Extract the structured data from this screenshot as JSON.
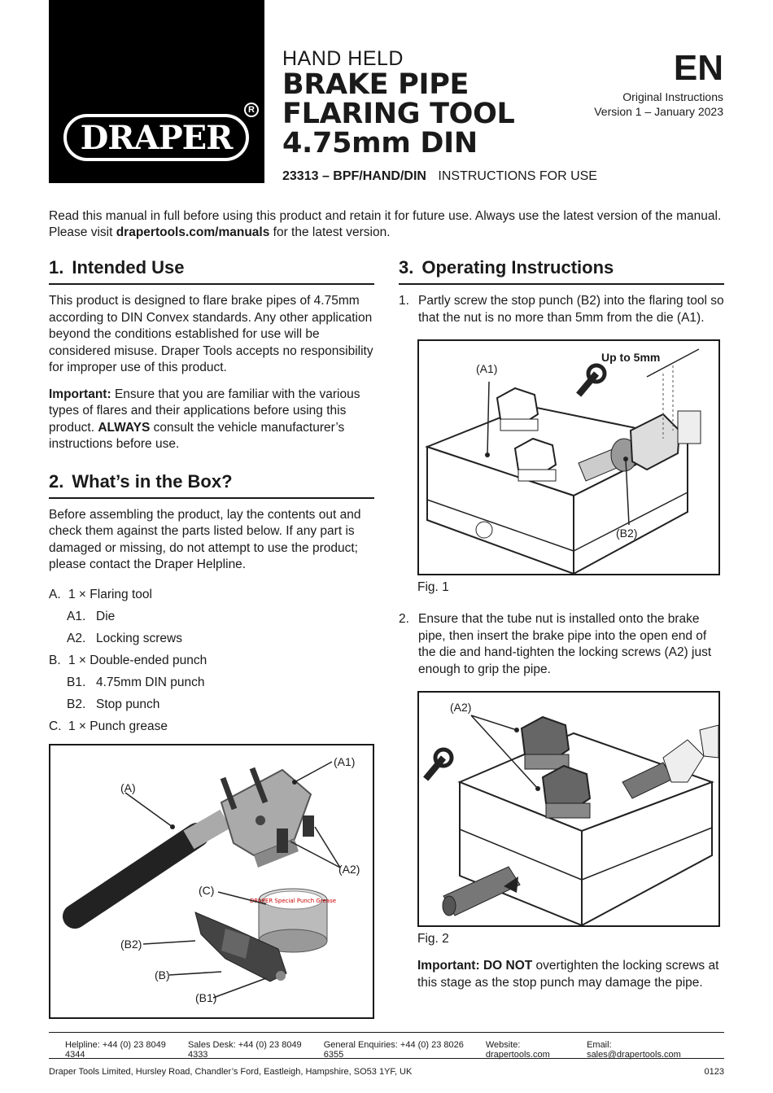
{
  "brand": {
    "logo_text": "DRAPER",
    "reg_mark": "R"
  },
  "header": {
    "title_line1": "HAND HELD",
    "title_line2": "BRAKE PIPE",
    "title_line3": "FLARING TOOL",
    "title_line4": "4.75mm DIN",
    "model": "23313 – BPF/HAND/DIN",
    "doc_type": "INSTRUCTIONS FOR USE",
    "lang": "EN",
    "original": "Original Instructions",
    "version": "Version 1 – January 2023"
  },
  "intro": {
    "line1": "Read this manual in full before using this product and retain it for future use. Always use the latest version of the manual.",
    "line2_pre": "Please visit ",
    "line2_link": "drapertools.com/manuals",
    "line2_post": " for the latest version."
  },
  "section1": {
    "num": "1.",
    "title": "Intended Use",
    "para1": "This product is designed to flare brake pipes of 4.75mm according to DIN Convex standards. Any other application beyond the conditions established for use will be considered misuse. Draper Tools accepts no responsibility for improper use of this product.",
    "important_label": "Important:",
    "para2_a": " Ensure that you are familiar with the various types of flares and their applications before using this product. ",
    "para2_strong": "ALWAYS",
    "para2_b": " consult the vehicle manufacturer’s instructions before use."
  },
  "section2": {
    "num": "2.",
    "title": "What’s in the Box?",
    "para": "Before assembling the product, lay the contents out and check them against the parts listed below. If any part is damaged or missing, do not attempt to use the product; please contact the Draper Helpline.",
    "items": [
      {
        "letter": "A.",
        "text": "1 × Flaring tool",
        "sub": [
          {
            "letter": "A1.",
            "text": "Die"
          },
          {
            "letter": "A2.",
            "text": "Locking screws"
          }
        ]
      },
      {
        "letter": "B.",
        "text": "1 × Double-ended punch",
        "sub": [
          {
            "letter": "B1.",
            "text": "4.75mm DIN punch"
          },
          {
            "letter": "B2.",
            "text": "Stop punch"
          }
        ]
      },
      {
        "letter": "C.",
        "text": "1 × Punch grease",
        "sub": []
      }
    ],
    "photo_labels": {
      "A": "(A)",
      "A1": "(A1)",
      "A2": "(A2)",
      "C": "(C)",
      "B2": "(B2)",
      "B": "(B)",
      "B1": "(B1)"
    },
    "grease_text": "DRAPER Special Punch Grease"
  },
  "section3": {
    "num": "3.",
    "title": "Operating Instructions",
    "step1_num": "1.",
    "step1": "Partly screw the stop punch (B2) into the flaring tool so that the nut is no more than 5mm from the die (A1).",
    "fig1": {
      "label": "Fig. 1",
      "a1": "(A1)",
      "b2": "(B2)",
      "dim": "Up to 5mm"
    },
    "step2_num": "2.",
    "step2": "Ensure that the tube nut is installed onto the brake pipe, then insert the brake pipe into the open end of the die and hand-tighten the locking screws (A2) just enough to grip the pipe.",
    "fig2": {
      "label": "Fig. 2",
      "a2": "(A2)"
    },
    "important_label": "Important:",
    "important_strong": " DO NOT",
    "important_text": " overtighten the locking screws at this stage as the stop punch may damage the pipe."
  },
  "footer": {
    "helpline": "Helpline: +44 (0) 23 8049 4344",
    "sales": "Sales Desk: +44 (0) 23 8049 4333",
    "enquiries": "General Enquiries: +44 (0) 23 8026 6355",
    "website": "Website: drapertools.com",
    "email": "Email: sales@drapertools.com",
    "address": "Draper Tools Limited, Hursley Road, Chandler’s Ford, Eastleigh, Hampshire, SO53 1YF, UK",
    "code": "0123"
  }
}
